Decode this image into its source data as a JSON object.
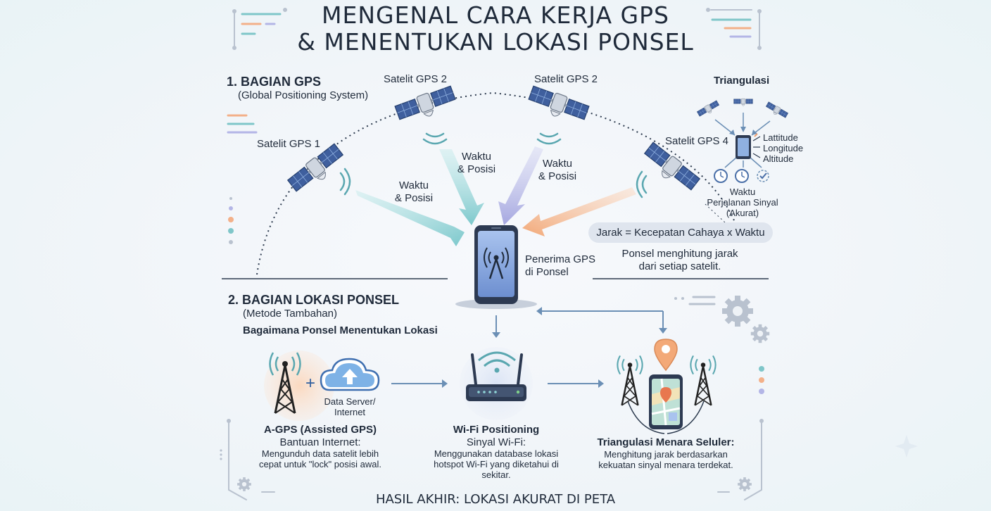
{
  "title": {
    "line1": "MENGENAL CARA KERJA GPS",
    "line2": "& MENENTUKAN LOKASI PONSEL"
  },
  "section1": {
    "heading": "1. BAGIAN GPS",
    "subheading": "(Global Positioning System)"
  },
  "satellites": {
    "sat1": "Satelit GPS 1",
    "sat2a": "Satelit GPS 2",
    "sat2b": "Satelit GPS 2",
    "sat4": "Satelit GPS 4"
  },
  "signals": {
    "s1_l1": "Waktu",
    "s1_l2": "& Posisi",
    "s2_l1": "Waktu",
    "s2_l2": "& Posisi",
    "s3_l1": "Waktu",
    "s3_l2": "& Posisi"
  },
  "receiver": {
    "line1": "Penerima GPS",
    "line2": "di Ponsel"
  },
  "triangulation": {
    "title": "Triangulasi",
    "lat": "Lattitude",
    "lon": "Longitude",
    "alt": "Altitude",
    "time_l1": "Waktu",
    "time_l2": "Perjalanan Sinyal",
    "time_l3": "(Akurat)"
  },
  "formula": {
    "text": "Jarak = Kecepatan Cahaya x Waktu",
    "note_l1": "Ponsel menghitung jarak",
    "note_l2": "dari setiap satelit."
  },
  "section2": {
    "heading": "2. BAGIAN LOKASI PONSEL",
    "subheading": "(Metode Tambahan)",
    "question": "Bagaimana Ponsel Menentukan Lokasi"
  },
  "agps": {
    "server_l1": "Data Server/",
    "server_l2": "Internet",
    "title": "A-GPS (Assisted GPS)",
    "subtitle": "Bantuan Internet:",
    "desc_l1": "Mengunduh data satelit lebih",
    "desc_l2": "cepat untuk \"lock\" posisi awal."
  },
  "wifi": {
    "title": "Wi-Fi Positioning",
    "subtitle": "Sinyal Wi-Fi:",
    "desc_l1": "Menggunakan database lokasi",
    "desc_l2": "hotspot Wi-Fi yang diketahui di",
    "desc_l3": "sekitar."
  },
  "cell": {
    "title": "Triangulasi Menara Seluler:",
    "desc_l1": "Menghitung jarak berdasarkan",
    "desc_l2": "kekuatan sinyal menara terdekat."
  },
  "footer": "HASIL AKHIR: LOKASI AKURAT DI PETA",
  "colors": {
    "teal": "#8fd3d6",
    "lavender": "#b3b5e6",
    "peach": "#f6b98e",
    "phone_blue": "#5f84c6",
    "arrow_blue": "#6b8fb5"
  }
}
